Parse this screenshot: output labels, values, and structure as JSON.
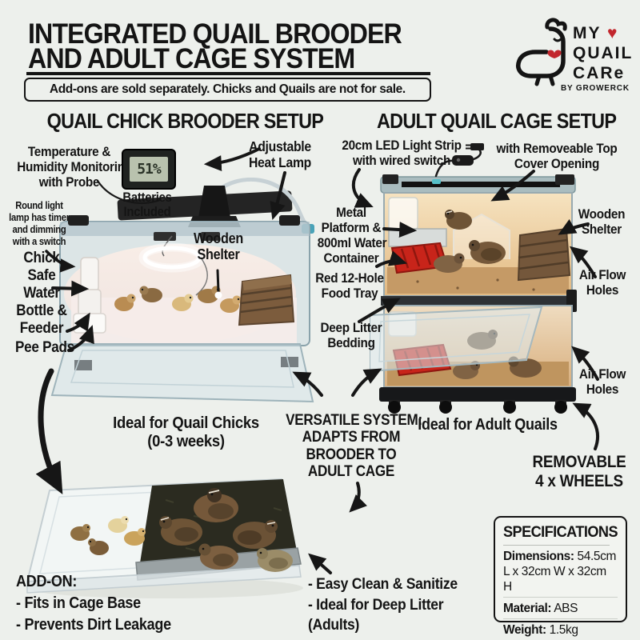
{
  "header": {
    "title_lines": [
      "INTEGRATED QUAIL BROODER",
      "AND ADULT CAGE SYSTEM"
    ],
    "disclaimer": "Add-ons are sold separately. Chicks and Quails are not for sale."
  },
  "logo": {
    "name_line1": "MY",
    "heart": "♥",
    "name_line2": "QUAIL",
    "name_line3": "CARe",
    "byline": "BY GROWERCK"
  },
  "brooder": {
    "heading": "QUAIL CHICK BROODER SETUP",
    "hygrometer_reading": "51%",
    "labels": {
      "monitoring": [
        "Temperature &",
        "Humidity Monitoring",
        "with Probe"
      ],
      "batteries": [
        "Batteries",
        "Included"
      ],
      "heat_lamp": [
        "Adjustable",
        "Heat Lamp"
      ],
      "round_light": [
        "Round light",
        "lamp has timer",
        "and dimming",
        "with a switch"
      ],
      "water": [
        "Chick",
        "Safe",
        "Water",
        "Bottle &",
        "Feeder"
      ],
      "pee_pads": "Pee Pads",
      "shelter": [
        "Wooden",
        "Shelter"
      ]
    },
    "caption": [
      "Ideal for Quail Chicks",
      "(0-3 weeks)"
    ]
  },
  "adult": {
    "heading": "ADULT QUAIL CAGE SETUP",
    "labels": {
      "led": [
        "20cm LED Light Strip",
        "with wired switch"
      ],
      "top_cover": [
        "with Removeable Top",
        "Cover Opening"
      ],
      "platform": [
        "Metal",
        "Platform &",
        "800ml Water",
        "Container"
      ],
      "shelter": [
        "Wooden",
        "Shelter"
      ],
      "food_tray": [
        "Red 12-Hole",
        "Food Tray"
      ],
      "airflow_top": [
        "Air Flow",
        "Holes"
      ],
      "bedding": [
        "Deep Litter",
        "Bedding"
      ],
      "airflow_bottom": [
        "Air Flow",
        "Holes"
      ]
    },
    "caption": "Ideal for Adult Quails",
    "wheels": [
      "REMOVABLE",
      "4 x WHEELS"
    ]
  },
  "versatile": [
    "VERSATILE SYSTEM:",
    "ADAPTS FROM",
    "BROODER TO",
    "ADULT CAGE"
  ],
  "addon": [
    "ADD-ON:",
    "- Fits in Cage Base",
    "- Prevents Dirt Leakage"
  ],
  "cleaning": [
    "- Easy Clean & Sanitize",
    "- Ideal for Deep Litter",
    "  (Adults)"
  ],
  "specs": {
    "heading": "SPECIFICATIONS",
    "dimensions_label": "Dimensions:",
    "dimensions_value": "54.5cm L x 32cm W x 32cm H",
    "material_label": "Material:",
    "material_value": "ABS",
    "weight_label": "Weight:",
    "weight_value": "1.5kg"
  },
  "colors": {
    "heart": "#c2272d",
    "food_tray": "#c8241a",
    "text": "#141414",
    "background": "#edf0ec"
  }
}
